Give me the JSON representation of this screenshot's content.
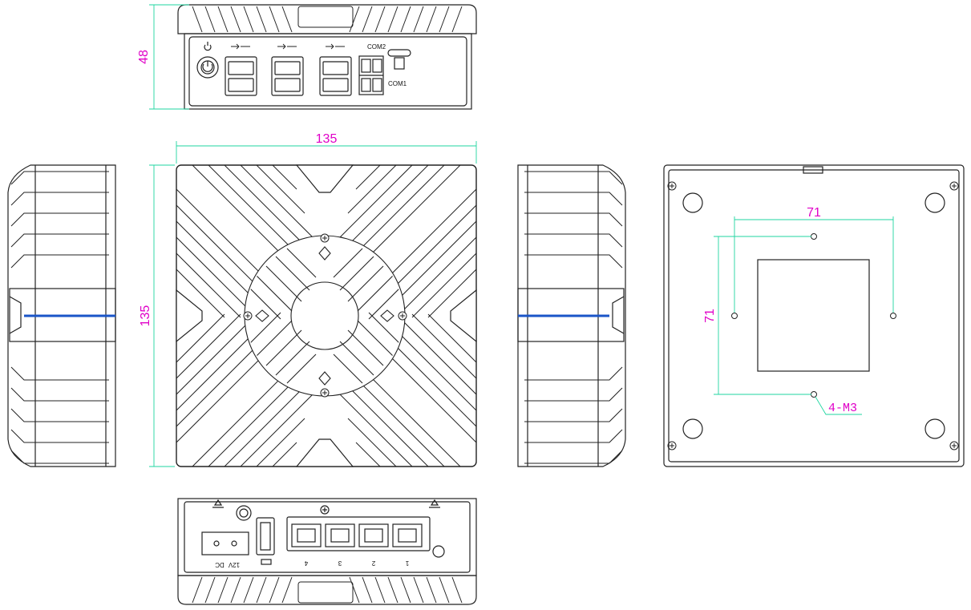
{
  "dimensions": {
    "height": "48",
    "width": "135",
    "depth": "135",
    "mount_horizontal": "71",
    "mount_vertical": "71",
    "screw_spec": "4-M3"
  },
  "front_panel": {
    "com2_label": "COM2",
    "com1_label": "COM1"
  },
  "rear_panel": {
    "dc_label": "DC",
    "voltage_label": "12V",
    "lan_numbers": [
      "4",
      "3",
      "2",
      "1"
    ]
  },
  "colors": {
    "dimension": "#e000c8",
    "extension_line": "#1fd6a0",
    "accent_strip": "#1a55c8",
    "outline": "#222222"
  }
}
